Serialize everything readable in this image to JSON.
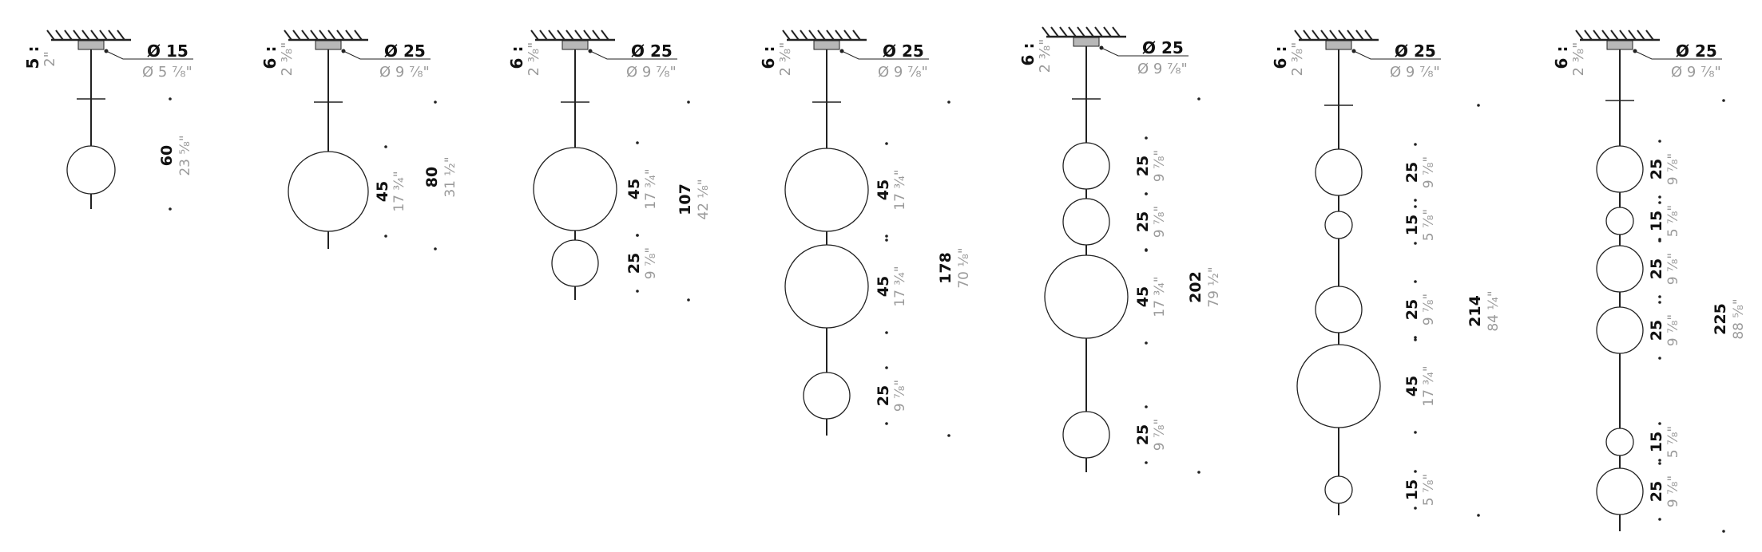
{
  "colors": {
    "line": "#222222",
    "imperial_text": "#9a9a9a",
    "metric_text": "#111111",
    "canopy_fill": "#b8b8b8"
  },
  "units": {
    "diameter_symbol": "Ø"
  },
  "models": [
    {
      "id": "m1",
      "mount_height": {
        "metric": "5",
        "imperial": "2\""
      },
      "canopy_diameter": {
        "metric": "15",
        "imperial": "5 ⅞\""
      },
      "spheres": [
        {
          "metric": "",
          "imperial": "",
          "d": 60
        }
      ],
      "total_height": {
        "metric": "60",
        "imperial": "23 ⅝\""
      }
    },
    {
      "id": "m2",
      "mount_height": {
        "metric": "6",
        "imperial": "2 ⅜\""
      },
      "canopy_diameter": {
        "metric": "25",
        "imperial": "9 ⅞\""
      },
      "spheres": [
        {
          "metric": "45",
          "imperial": "17 ¾\"",
          "d": 100
        }
      ],
      "total_height": {
        "metric": "80",
        "imperial": "31 ½\""
      }
    },
    {
      "id": "m3",
      "mount_height": {
        "metric": "6",
        "imperial": "2 ⅜\""
      },
      "canopy_diameter": {
        "metric": "25",
        "imperial": "9 ⅞\""
      },
      "spheres": [
        {
          "metric": "45",
          "imperial": "17 ¾\"",
          "d": 104
        },
        {
          "metric": "25",
          "imperial": "9 ⅞\"",
          "d": 58
        }
      ],
      "total_height": {
        "metric": "107",
        "imperial": "42 ⅛\""
      }
    },
    {
      "id": "m4",
      "mount_height": {
        "metric": "6",
        "imperial": "2 ⅜\""
      },
      "canopy_diameter": {
        "metric": "25",
        "imperial": "9 ⅞\""
      },
      "spheres": [
        {
          "metric": "45",
          "imperial": "17 ¾\"",
          "d": 104
        },
        {
          "metric": "45",
          "imperial": "17 ¾\"",
          "d": 104
        },
        {
          "metric": "25",
          "imperial": "9 ⅞\"",
          "d": 58
        }
      ],
      "total_height": {
        "metric": "178",
        "imperial": "70 ⅛\""
      }
    },
    {
      "id": "m5",
      "mount_height": {
        "metric": "6",
        "imperial": "2 ⅜\""
      },
      "canopy_diameter": {
        "metric": "25",
        "imperial": "9 ⅞\""
      },
      "spheres": [
        {
          "metric": "25",
          "imperial": "9 ⅞\"",
          "d": 58
        },
        {
          "metric": "25",
          "imperial": "9 ⅞\"",
          "d": 58
        },
        {
          "metric": "45",
          "imperial": "17 ¾\"",
          "d": 104
        },
        {
          "metric": "25",
          "imperial": "9 ⅞\"",
          "d": 58
        }
      ],
      "total_height": {
        "metric": "202",
        "imperial": "79 ½\""
      }
    },
    {
      "id": "m6",
      "mount_height": {
        "metric": "6",
        "imperial": "2 ⅜\""
      },
      "canopy_diameter": {
        "metric": "25",
        "imperial": "9 ⅞\""
      },
      "spheres": [
        {
          "metric": "25",
          "imperial": "9 ⅞\"",
          "d": 58
        },
        {
          "metric": "15",
          "imperial": "5 ⅞\"",
          "d": 34
        },
        {
          "metric": "25",
          "imperial": "9 ⅞\"",
          "d": 58
        },
        {
          "metric": "45",
          "imperial": "17 ¾\"",
          "d": 104
        },
        {
          "metric": "15",
          "imperial": "5 ⅞\"",
          "d": 34
        }
      ],
      "total_height": {
        "metric": "214",
        "imperial": "84 ¼\""
      }
    },
    {
      "id": "m7",
      "mount_height": {
        "metric": "6",
        "imperial": "2 ⅜\""
      },
      "canopy_diameter": {
        "metric": "25",
        "imperial": "9 ⅞\""
      },
      "spheres": [
        {
          "metric": "25",
          "imperial": "9 ⅞\"",
          "d": 58
        },
        {
          "metric": "15",
          "imperial": "5 ⅞\"",
          "d": 34
        },
        {
          "metric": "25",
          "imperial": "9 ⅞\"",
          "d": 58
        },
        {
          "metric": "25",
          "imperial": "9 ⅞\"",
          "d": 58
        },
        {
          "metric": "15",
          "imperial": "5 ⅞\"",
          "d": 34
        },
        {
          "metric": "25",
          "imperial": "9 ⅞\"",
          "d": 58
        }
      ],
      "total_height": {
        "metric": "225",
        "imperial": "88 ⅝\""
      }
    }
  ]
}
